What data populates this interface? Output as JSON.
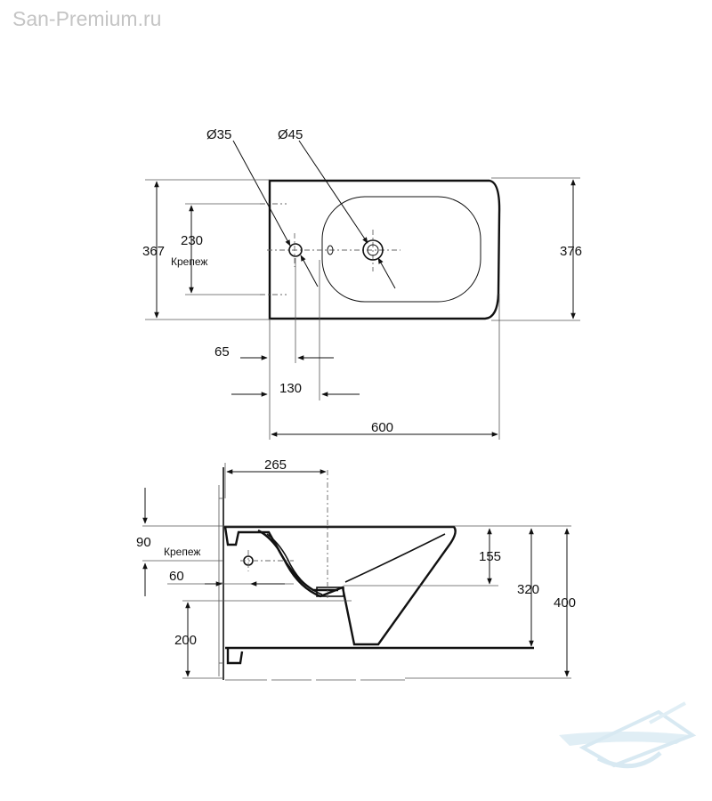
{
  "watermark": {
    "text": "San-Premium.ru"
  },
  "top_view": {
    "dim_hole_small": "Ø35",
    "dim_hole_large": "Ø45",
    "dim_left_height": "367",
    "dim_right_height": "376",
    "dim_mount_spacing": "230",
    "mount_label": "Крепеж",
    "dim_65": "65",
    "dim_130": "130",
    "dim_width": "600"
  },
  "side_view": {
    "dim_265": "265",
    "dim_90": "90",
    "mount_label": "Крепеж",
    "dim_60": "60",
    "dim_200": "200",
    "dim_155": "155",
    "dim_320": "320",
    "dim_400": "400"
  },
  "colors": {
    "line": "#111111",
    "watermark_text": "#c4c4c4",
    "logo": "#cfe4ef"
  },
  "logo": {
    "icon": "bathtub-logo-icon"
  }
}
